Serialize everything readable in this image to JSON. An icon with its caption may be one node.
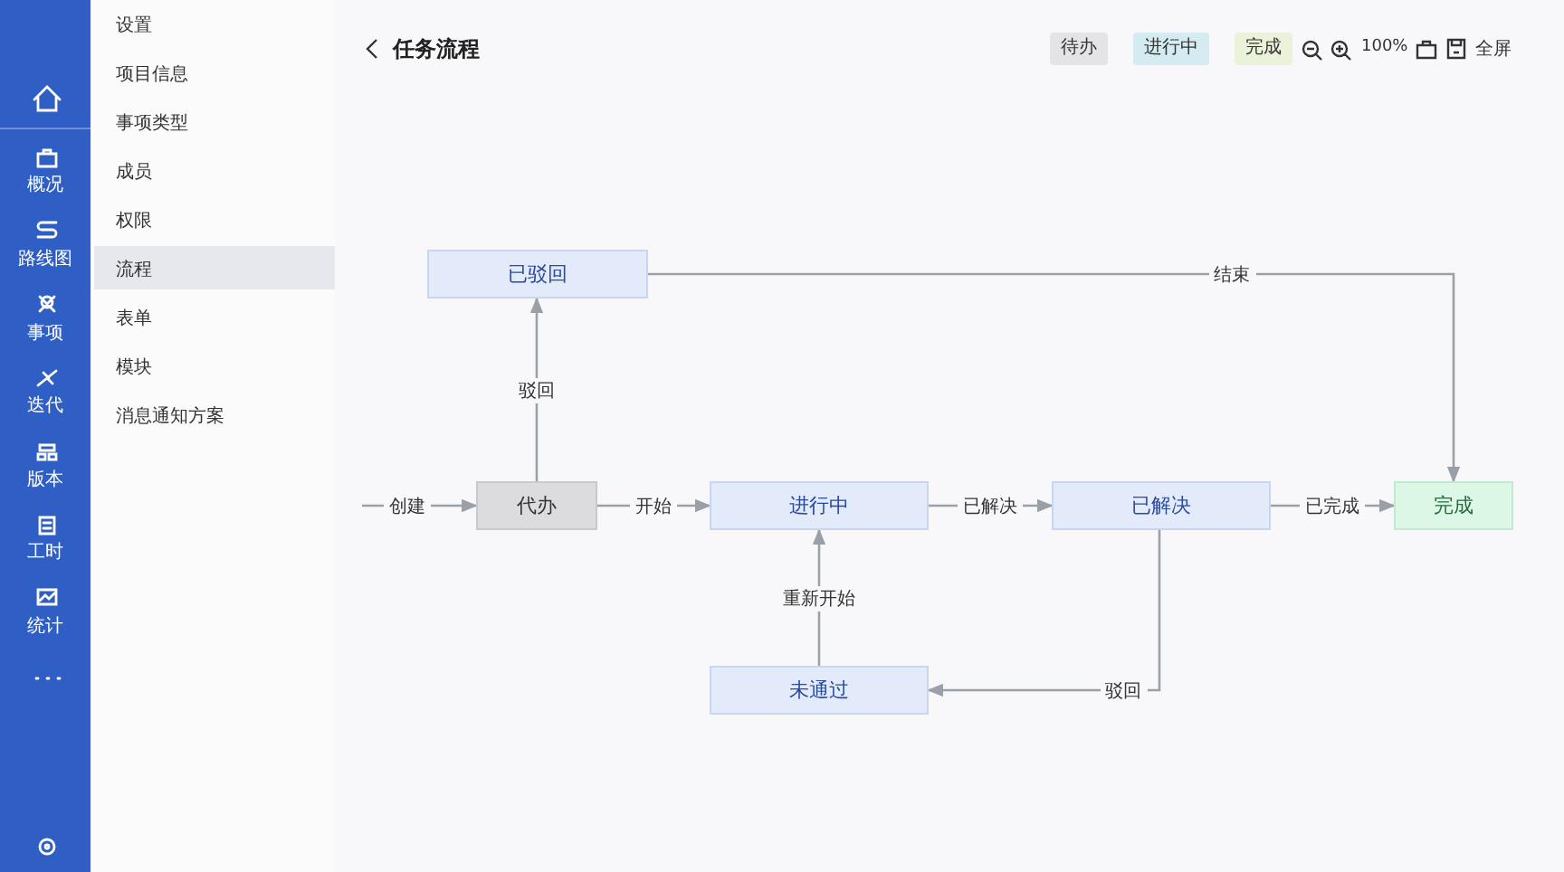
{
  "diagram": {
    "title": "任务流程",
    "nodes": [
      {
        "text": [
          "代办"
        ]
      },
      {
        "text": [
          "已驳回"
        ]
      },
      {
        "text": [
          "进行中"
        ]
      },
      {
        "text": [
          "已解决"
        ]
      },
      {
        "text": [
          "完成"
        ]
      },
      {
        "text": [
          "未通过"
        ]
      }
    ],
    "edges": [
      {
        "from": null,
        "to": 0,
        "arrow": "to",
        "label": "创建"
      },
      {
        "from": 0,
        "to": 2,
        "arrow": "to",
        "label": "开始"
      },
      {
        "from": 0,
        "to": 1,
        "arrow": "to",
        "label": "驳回"
      },
      {
        "from": 1,
        "to": 4,
        "arrow": "to",
        "label": "结束"
      },
      {
        "from": 2,
        "to": 3,
        "arrow": "to",
        "label": "已解决"
      },
      {
        "from": 3,
        "to": 4,
        "arrow": "to",
        "label": "已完成"
      },
      {
        "from": 3,
        "to": 5,
        "arrow": "to",
        "label": "驳回"
      },
      {
        "from": 5,
        "to": 2,
        "arrow": "to",
        "label": "重新开始"
      }
    ],
    "labels": [
      "概况",
      "路线图",
      "事项",
      "迭代",
      "版本",
      "工时",
      "统计",
      "设置",
      "项目信息",
      "事项类型",
      "成员",
      "权限",
      "流程",
      "表单",
      "模块",
      "消息通知方案",
      "100%",
      "全屏"
    ],
    "legend": [
      {
        "text": "待办",
        "color": "#e4e4e8"
      },
      {
        "text": "进行中",
        "color": "#d3ebf1"
      },
      {
        "text": "完成",
        "color": "#eaf2da"
      }
    ]
  }
}
